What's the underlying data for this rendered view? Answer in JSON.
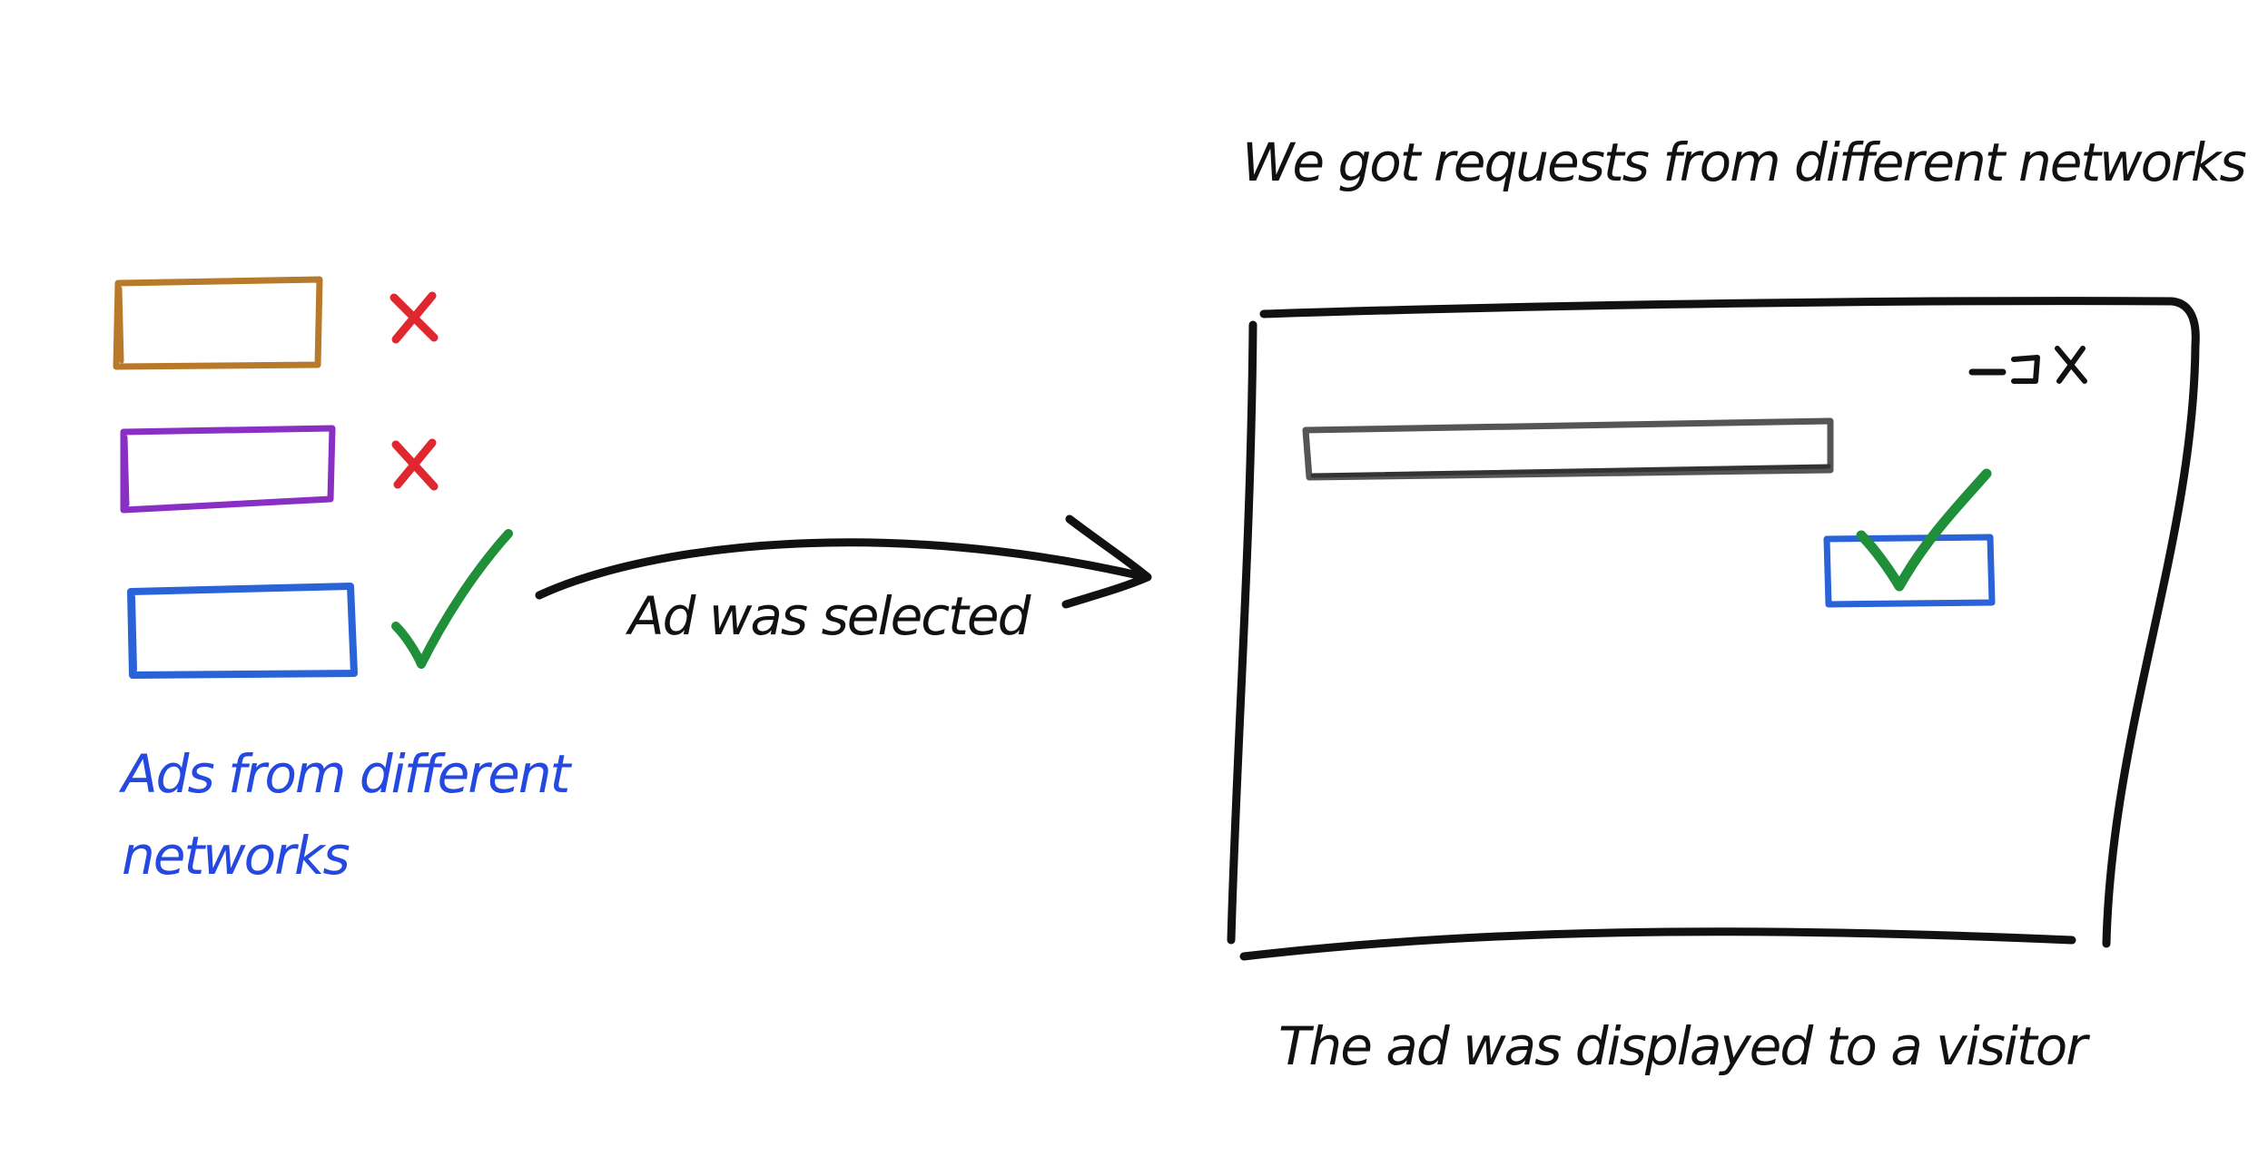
{
  "labels": {
    "requests": "We got requests from different networks",
    "selected": "Ad was selected",
    "displayed": "The ad was displayed to a visitor",
    "ads_line1": "Ads from different",
    "ads_line2": "networks"
  },
  "window_controls": {
    "minimize": "minimize-icon",
    "maximize": "maximize-icon",
    "close": "close-icon"
  },
  "ads": [
    {
      "name": "ad-orange",
      "color": "#b87a2a",
      "status": "rejected"
    },
    {
      "name": "ad-purple",
      "color": "#8a2fc4",
      "status": "rejected"
    },
    {
      "name": "ad-blue",
      "color": "#2a62d8",
      "status": "selected"
    }
  ],
  "colors": {
    "ink": "#111111",
    "reject": "#e0262e",
    "accept": "#1f8f3a",
    "caption_blue": "#2448e0",
    "blue_ad": "#2a62d8"
  }
}
